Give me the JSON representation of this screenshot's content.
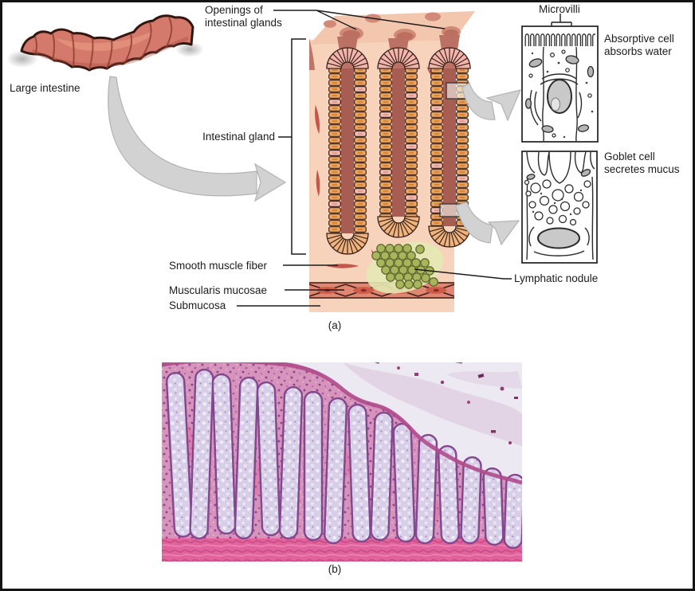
{
  "figure": {
    "panel_a_label": "(a)",
    "panel_b_label": "(b)"
  },
  "labels": {
    "large_intestine": "Large intestine",
    "openings_line1": "Openings of",
    "openings_line2": "intestinal glands",
    "intestinal_gland": "Intestinal gland",
    "smooth_muscle_fiber": "Smooth muscle fiber",
    "muscularis_mucosae": "Muscularis mucosae",
    "submucosa": "Submucosa",
    "lymphatic_nodule": "Lymphatic nodule",
    "microvilli": "Microvilli",
    "absorptive_line1": "Absorptive cell",
    "absorptive_line2": "absorbs water",
    "goblet_line1": "Goblet cell",
    "goblet_line2": "secretes mucus"
  },
  "colors": {
    "background": "#ffffff",
    "frame": "#141414",
    "tissue_peach": "#f8d3bc",
    "top_surface": "#f3c6ae",
    "gland_cell_orange": "#f1a75e",
    "gland_cell_pink": "#f4bdb3",
    "gland_lumen": "#a85d53",
    "intestine_coral": "#d4796b",
    "muscle_red": "#cd5c4b",
    "nodule_green": "#a9b55b",
    "arrow_gray": "#d2d2d2",
    "micrograph_tissue_pink": "#d693bb",
    "micrograph_crypt_purple": "#82478c",
    "micrograph_band_pink": "#e2639c",
    "text": "#1c1c1c"
  }
}
